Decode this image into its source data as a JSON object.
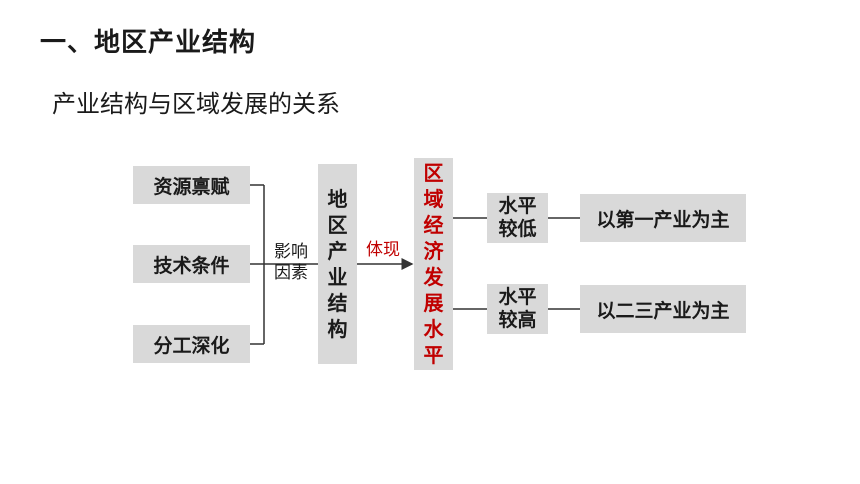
{
  "heading": "一、地区产业结构",
  "subheading": "产业结构与区域发展的关系",
  "factors": [
    "资源禀赋",
    "技术条件",
    "分工深化"
  ],
  "influence_label": [
    "影响",
    "因素"
  ],
  "industry_structure": [
    "地",
    "区",
    "产",
    "业",
    "结",
    "构"
  ],
  "arrow_label": "体现",
  "development_level": [
    "区",
    "域",
    "经",
    "济",
    "发",
    "展",
    "水",
    "平"
  ],
  "levels": [
    {
      "line1": "水平",
      "line2": "较低",
      "result": "以第一产业为主"
    },
    {
      "line1": "水平",
      "line2": "较高",
      "result": "以二三产业为主"
    }
  ],
  "colors": {
    "box_fill": "#d9d9d9",
    "accent_red": "#c00000"
  }
}
